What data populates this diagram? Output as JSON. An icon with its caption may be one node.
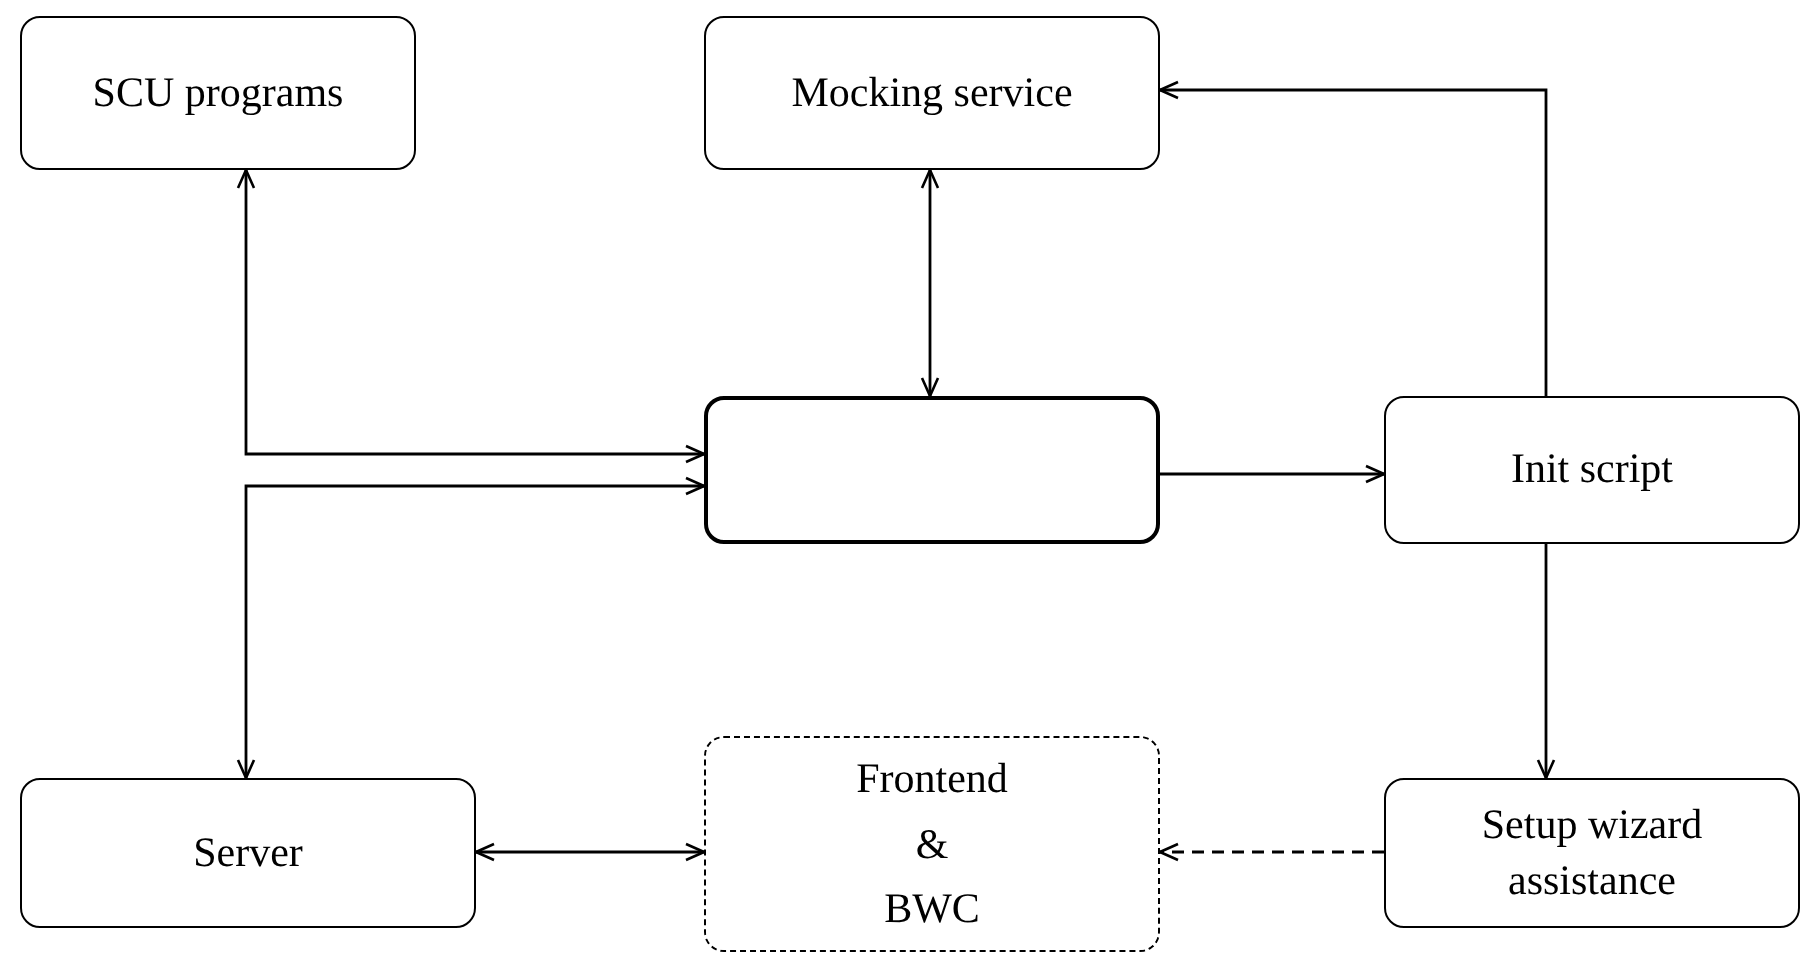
{
  "diagram": {
    "nodes": [
      {
        "text": [
          "SCU programs"
        ]
      },
      {
        "text": [
          "Mocking service"
        ]
      },
      {
        "text": [],
        "shape": "box"
      },
      {
        "text": [
          "Init script"
        ]
      },
      {
        "text": [
          "Server"
        ]
      },
      {
        "text": [
          "Frontend & BWC"
        ]
      },
      {
        "text": [
          "Setup wizard assistance"
        ]
      }
    ],
    "edges": [
      {
        "from": 0,
        "to": 2,
        "arrow": "both"
      },
      {
        "from": 4,
        "to": 2,
        "arrow": "both"
      },
      {
        "from": 1,
        "to": 2,
        "arrow": "both"
      },
      {
        "from": 2,
        "to": 3,
        "arrow": "to"
      },
      {
        "from": 3,
        "to": 1,
        "arrow": "to"
      },
      {
        "from": 3,
        "to": 6,
        "arrow": "to"
      },
      {
        "from": 6,
        "to": 5,
        "arrow": "to",
        "style": "dashed"
      },
      {
        "from": 4,
        "to": 5,
        "arrow": "both"
      }
    ]
  }
}
